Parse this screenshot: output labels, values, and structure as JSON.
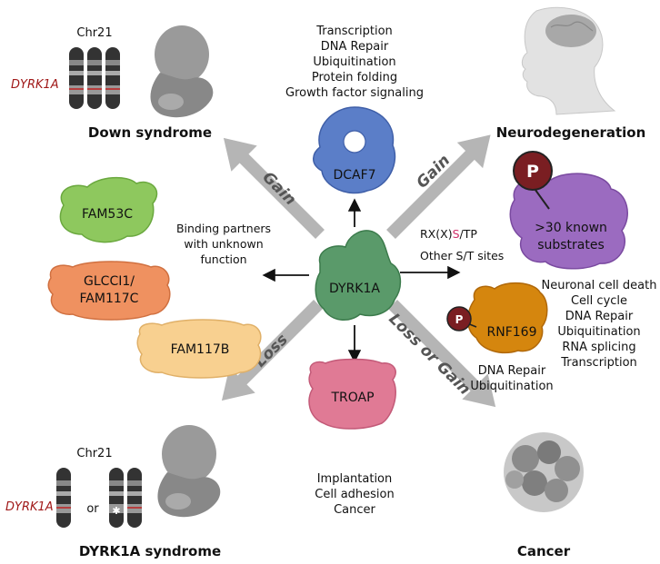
{
  "center": {
    "label": "DYRK1A"
  },
  "arrows": {
    "gain_left": "Gain",
    "gain_right": "Gain",
    "loss": "Loss",
    "loss_or_gain": "Loss or Gain"
  },
  "dcaf7": {
    "label": "DCAF7",
    "functions": [
      "Transcription",
      "DNA Repair",
      "Ubiquitination",
      "Protein folding",
      "Growth factor signaling"
    ]
  },
  "troap": {
    "label": "TROAP",
    "functions": [
      "Implantation",
      "Cell adhesion",
      "Cancer"
    ]
  },
  "binding_partners": {
    "lines": [
      "Binding partners",
      "with unknown",
      "function"
    ]
  },
  "partners": [
    "FAM53C",
    "GLCCI1/",
    "FAM117C",
    "FAM117B"
  ],
  "substrates": {
    "motif_prefix": "RX(X)",
    "motif_highlight": "S",
    "motif_suffix": "/TP",
    "other_sites": "Other S/T sites",
    "phospho": "P",
    "label_lines": [
      ">30 known",
      "substrates"
    ],
    "functions": [
      "Neuronal cell death",
      "Cell cycle",
      "DNA Repair",
      "Ubiquitination",
      "RNA splicing",
      "Transcription"
    ]
  },
  "rnf169": {
    "label": "RNF169",
    "phospho": "P",
    "functions": [
      "DNA Repair",
      "Ubiquitination"
    ]
  },
  "down_syndrome": {
    "chr_label": "Chr21",
    "gene": "DYRK1A",
    "title": "Down syndrome"
  },
  "dyrk1a_syndrome": {
    "chr_label": "Chr21",
    "gene": "DYRK1A",
    "connector": "or",
    "title": "DYRK1A syndrome"
  },
  "neurodegeneration": {
    "title": "Neurodegeneration"
  },
  "cancer": {
    "title": "Cancer"
  }
}
